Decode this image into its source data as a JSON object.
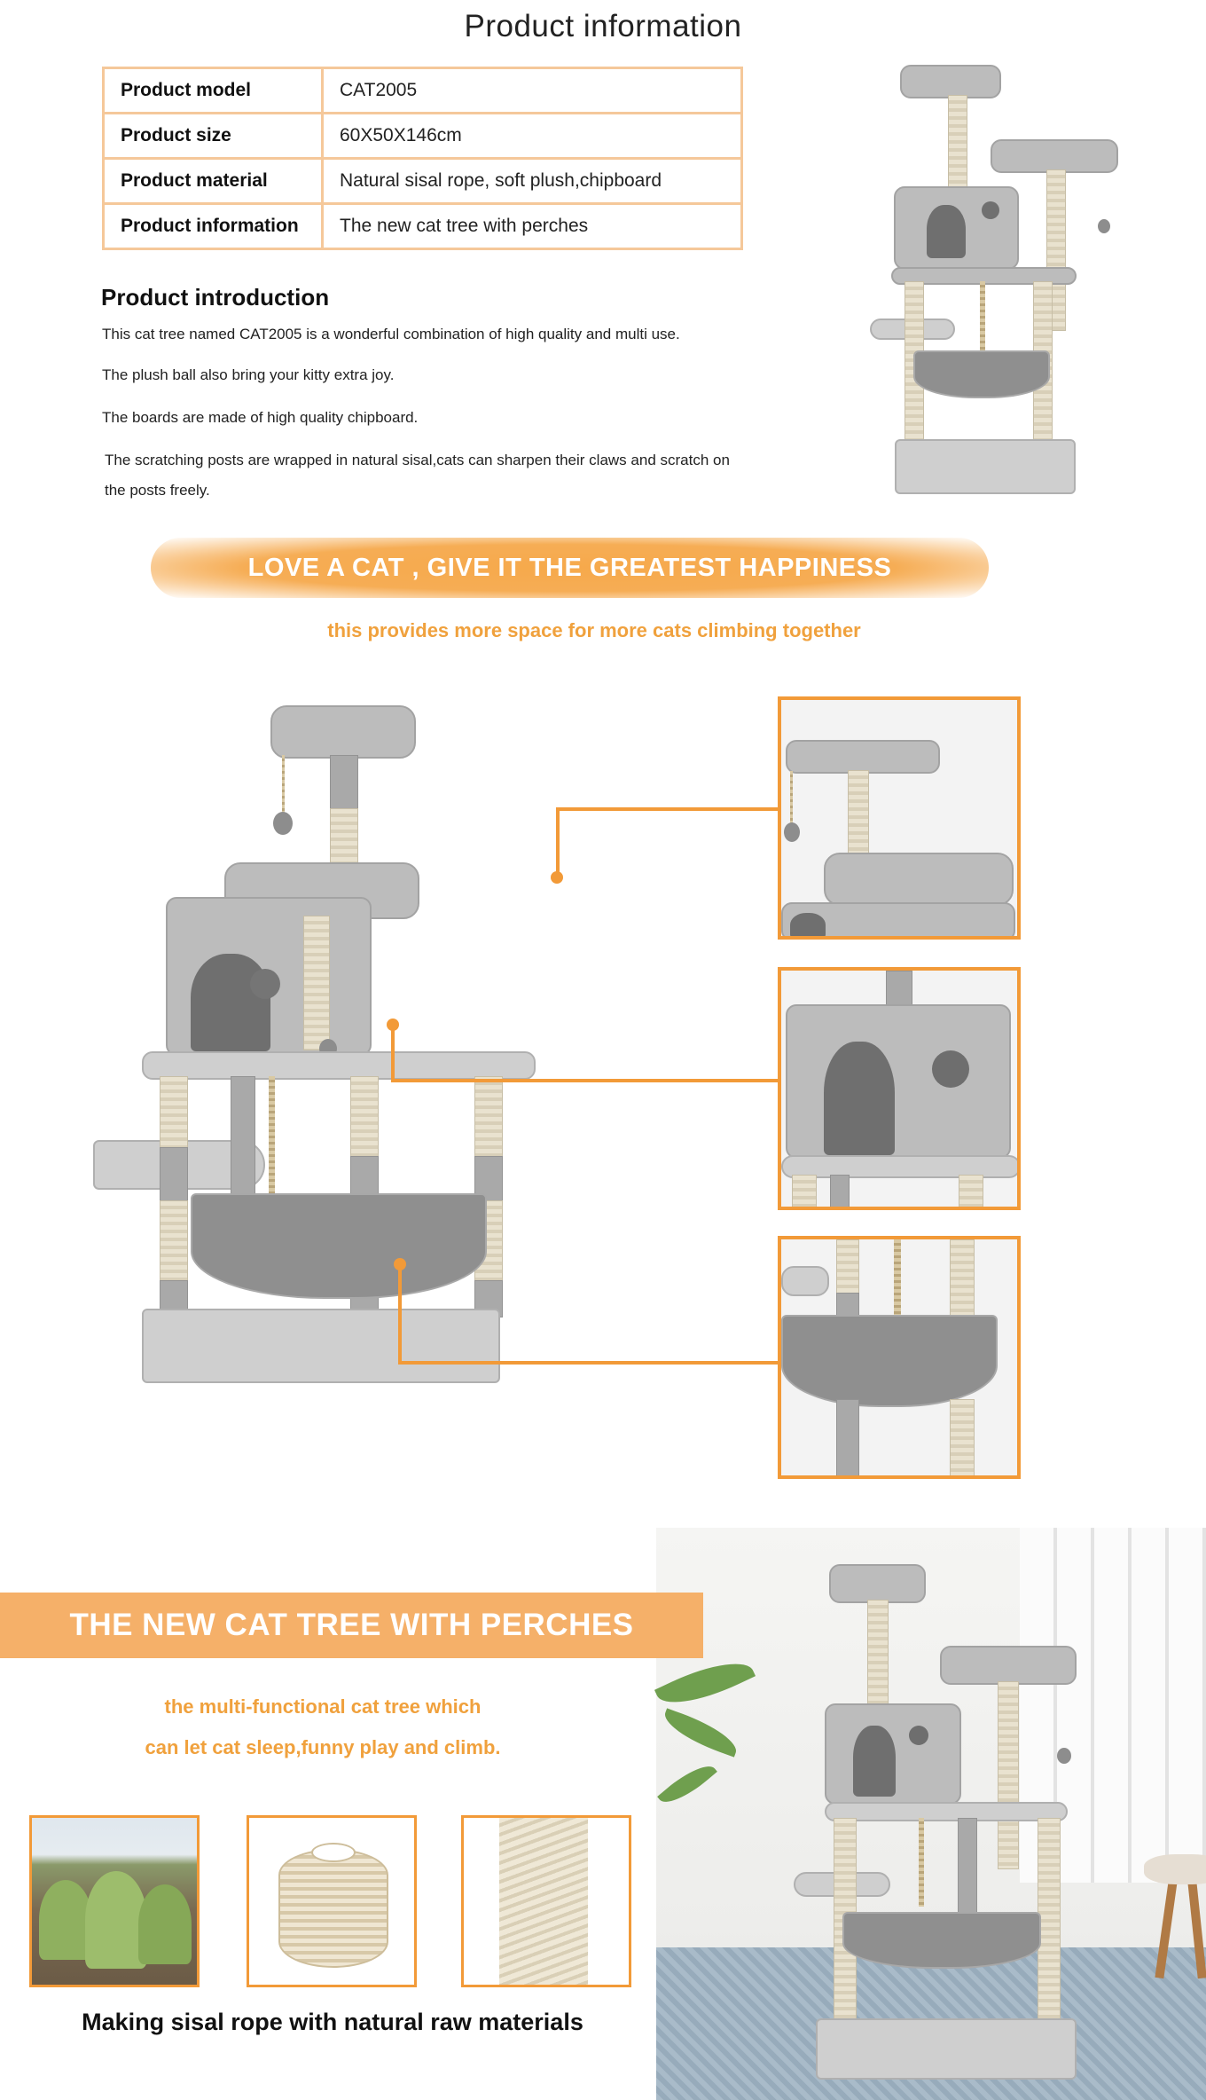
{
  "page": {
    "title": "Product information"
  },
  "spec_table": [
    {
      "key": "Product model",
      "value": "CAT2005"
    },
    {
      "key": "Product size",
      "value": "60X50X146cm"
    },
    {
      "key": "Product material",
      "value": "Natural sisal rope, soft plush,chipboard"
    },
    {
      "key": "Product information",
      "value": "The new cat tree with perches"
    }
  ],
  "intro": {
    "title": "Product introduction",
    "paragraphs": [
      "This cat tree named CAT2005 is a wonderful combination of high quality and multi use.",
      "The plush ball also bring your kitty extra joy.",
      "The boards are made of high quality chipboard.",
      "The scratching posts are wrapped in natural sisal,cats can sharpen their claws and scratch on",
      "the posts freely."
    ]
  },
  "banner": {
    "headline": "LOVE A CAT , GIVE IT THE GREATEST HAPPINESS",
    "subline": "this provides more space for more cats climbing together"
  },
  "lower": {
    "headline": "THE NEW CAT TREE WITH PERCHES",
    "sub_lines": [
      "the multi-functional cat tree which",
      "can let cat sleep,funny play and climb."
    ],
    "caption": "Making sisal rope with natural raw materials"
  },
  "colors": {
    "accent_orange": "#f29a38",
    "table_border": "#f5c89a",
    "banner_orange": "#f6a94b",
    "subtext_orange": "#f0a13d"
  }
}
